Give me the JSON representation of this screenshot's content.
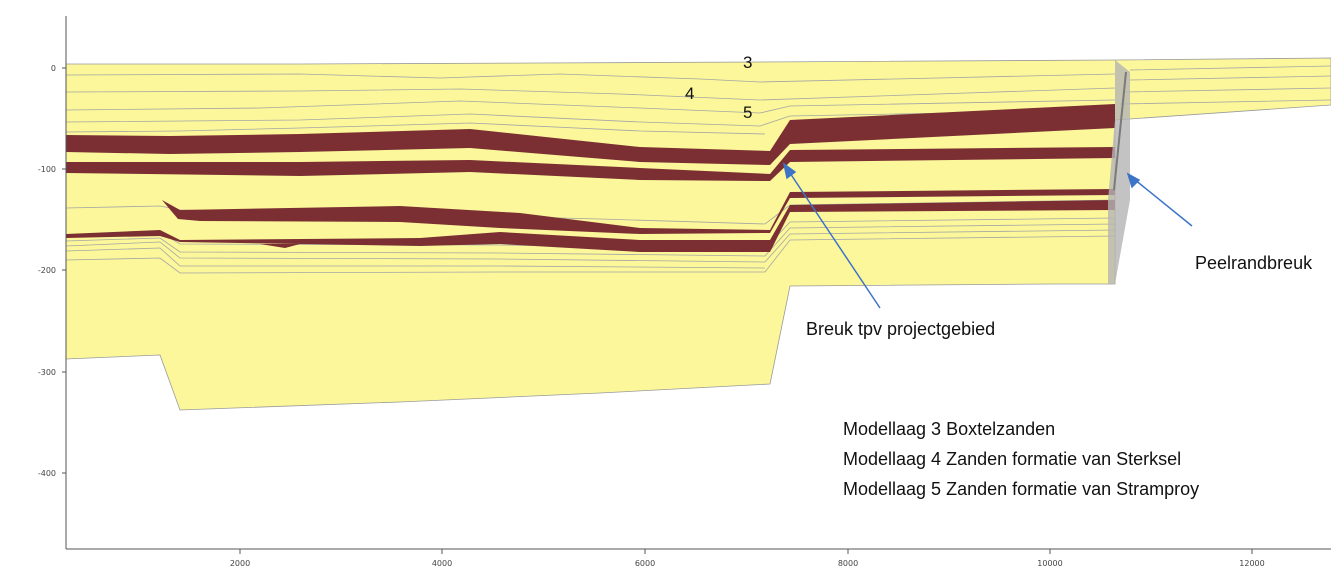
{
  "colors": {
    "background": "#ffffff",
    "sand": "#fbf79a",
    "sand_edge": "#8c8c8c",
    "clay": "#7b2f33",
    "arrow": "#3d74c8",
    "axis": "#555555"
  },
  "axes": {
    "x_ticks": [
      "2000",
      "4000",
      "6000",
      "8000",
      "10000",
      "12000"
    ],
    "y_ticks": [
      "0",
      "-100",
      "-200",
      "-300",
      "-400"
    ]
  },
  "layer_labels": {
    "l3": "3",
    "l4": "4",
    "l5": "5"
  },
  "annotations": {
    "breuk_project": "Breuk tpv projectgebied",
    "peelrandbreuk": "Peelrandbreuk"
  },
  "legend": {
    "items": [
      "Modellaag 3 Boxtelzanden",
      "Modellaag 4 Zanden formatie van Sterksel",
      "Modellaag 5 Zanden formatie van Stramproy"
    ]
  }
}
